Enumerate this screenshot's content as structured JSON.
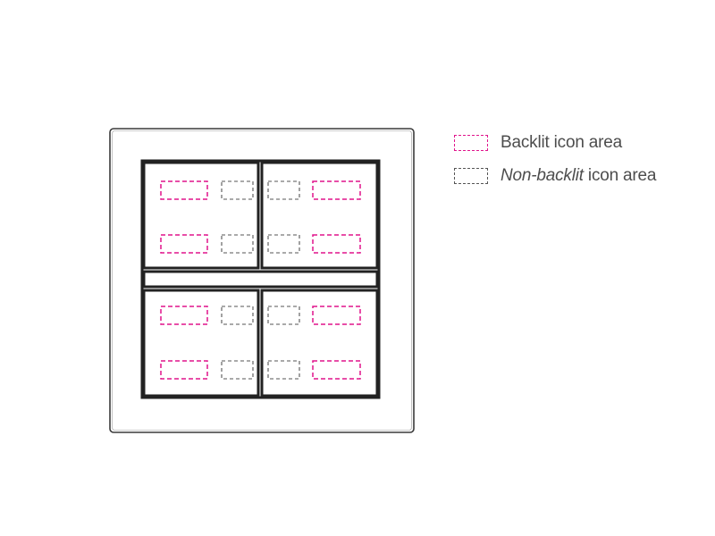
{
  "legend": {
    "backlit": {
      "label": "Backlit icon area",
      "color": "#e0148c"
    },
    "non_backlit": {
      "label_italic": "Non-backlit",
      "label_rest": " icon area",
      "color": "#555555"
    }
  },
  "diagram": {
    "frame_color": "#222222",
    "plate_border_color": "#3a3a3a",
    "background": "#ffffff",
    "icon_style_grid": [
      [
        [
          "backlit",
          "non_backlit"
        ],
        [
          "non_backlit",
          "backlit"
        ]
      ],
      [
        [
          "backlit",
          "non_backlit"
        ],
        [
          "non_backlit",
          "backlit"
        ]
      ]
    ]
  }
}
